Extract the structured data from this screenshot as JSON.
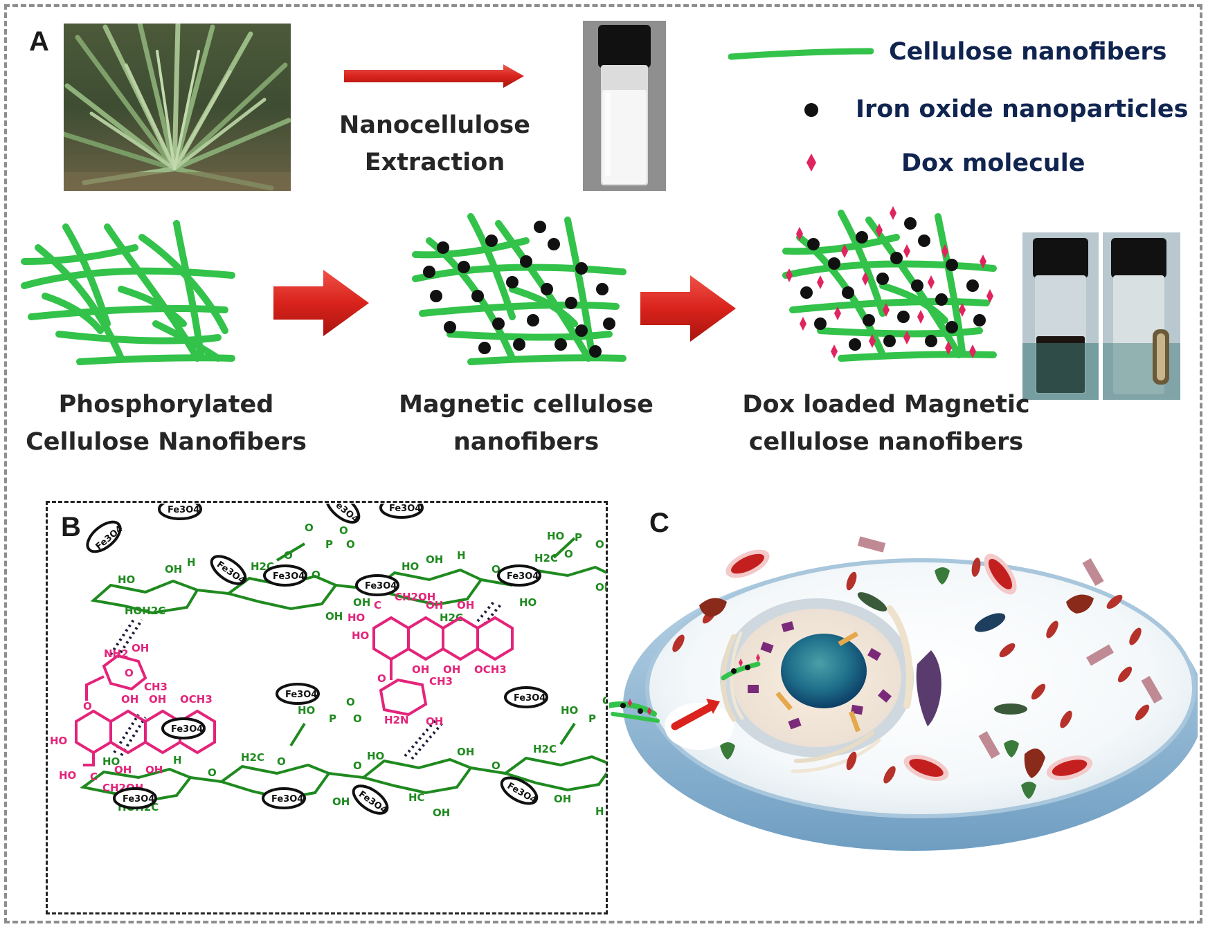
{
  "panels": {
    "a": "A",
    "b": "B",
    "c": "C"
  },
  "extraction": {
    "line1": "Nanocellulose",
    "line2": "Extraction"
  },
  "legend": {
    "fibers": "Cellulose nanofibers",
    "iron": "Iron oxide nanoparticles",
    "dox": "Dox molecule"
  },
  "steps": {
    "s1": {
      "line1": "Phosphorylated",
      "line2": "Cellulose Nanofibers"
    },
    "s2": {
      "line1": "Magnetic cellulose",
      "line2": "nanofibers"
    },
    "s3": {
      "line1": "Dox loaded Magnetic",
      "line2": "cellulose nanofibers"
    }
  },
  "chem": {
    "fe": "Fe3O4",
    "oh": "OH",
    "ho": "HO",
    "o": "O",
    "p": "P",
    "h": "H",
    "och3": "OCH3",
    "ch3": "CH3",
    "nh2": "NH2",
    "h2n": "H2N",
    "ch2oh": "CH2OH",
    "hoh2c": "HOH2C",
    "h2c": "H2C",
    "hc": "HC",
    "c": "C"
  },
  "colors": {
    "fiber": "#33c24a",
    "particle": "#111111",
    "dox": "#e0245e",
    "arrow": "#d9231c",
    "chem_green": "#1f8a1f",
    "chem_pink": "#e3247a",
    "label_navy": "#102450"
  }
}
